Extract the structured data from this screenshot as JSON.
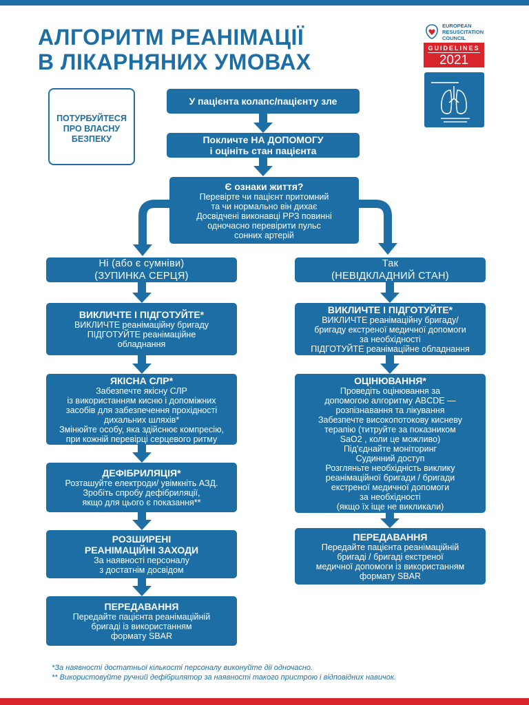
{
  "title": {
    "line1": "АЛГОРИТМ РЕАНІМАЦІЇ",
    "line2": "В ЛІКАРНЯНИХ УМОВАХ"
  },
  "erc_logo": {
    "line1": "EUROPEAN",
    "line2": "RESUSCITATION",
    "line3": "COUNCIL",
    "guidelines": "GUIDELINES",
    "year": "2021"
  },
  "safety": {
    "line1": "ПОТУРБУЙТЕСЯ",
    "line2": "ПРО ВЛАСНУ",
    "line3": "БЕЗПЕКУ"
  },
  "steps": {
    "collapse": "У пацієнта колапс/пацієнту зле",
    "call_help": {
      "line1": "Покличте НА ДОПОМОГУ",
      "line2": "і оцініть стан пацієнта"
    },
    "signs_of_life": {
      "head": "Є ознаки життя?",
      "lines": [
        "Перевірте чи пацієнт притомний",
        "та чи нормально він дихає",
        "Досвідчені виконавці РРЗ повинні",
        "одночасно перевірити пульс",
        "сонних артерій"
      ]
    }
  },
  "left_branch": {
    "label": {
      "line1": "Ні (або є сумніви)",
      "line2": "(ЗУПИНКА СЕРЦЯ)"
    },
    "call_prepare": {
      "head": "ВИКЛИЧТЕ І ПІДГОТУЙТЕ*",
      "lines": [
        "ВИКЛИЧТЕ реанімаційну бригаду",
        "ПІДГОТУЙТЕ реанімаційне",
        "обладнання"
      ]
    },
    "cpr": {
      "head": "ЯКІСНА СЛР*",
      "lines": [
        "Забезпечте якісну СЛР",
        "із використанням кисню і допоміжних",
        "засобів для забезпечення прохідності",
        "дихальних шляхів*",
        "Змінюйте особу, яка здійснює компресію,",
        "при кожній перевірці серцевого ритму"
      ]
    },
    "defib": {
      "head": "ДЕФІБРИЛЯЦІЯ*",
      "lines": [
        "Розташуйте електроди/ увімкніть АЗД.",
        "Зробіть спробу дефібриляції,",
        "якщо для цього є показання**"
      ]
    },
    "advanced": {
      "head1": "РОЗШИРЕНІ",
      "head2": "РЕАНІМАЦІЙНІ ЗАХОДИ",
      "lines": [
        "За наявності персоналу",
        "з достатнім досвідом"
      ]
    },
    "handover": {
      "head": "ПЕРЕДАВАННЯ",
      "lines": [
        "Передайте пацієнта реанімаційній",
        "бригаді із використанням",
        "формату SBAR"
      ]
    }
  },
  "right_branch": {
    "label": {
      "line1": "Так",
      "line2": "(НЕВІДКЛАДНИЙ СТАН)"
    },
    "call_prepare": {
      "head": "ВИКЛИЧТЕ І ПІДГОТУЙТЕ*",
      "lines": [
        "ВИКЛИЧТЕ реанімаційну бригаду/",
        "бригаду екстреної медичної допомоги",
        "за необхідності",
        "ПІДГОТУЙТЕ реанімаційне обладнання"
      ]
    },
    "assessment": {
      "head": "ОЦІНЮВАННЯ*",
      "lines": [
        "Проведіть оцінювання за",
        "допомогою алгоритму ABCDE —",
        "розпізнавання та лікування",
        "Забезпечте високопотокову кисневу",
        "терапію (титруйте за показником",
        "SaO2 , коли це можливо)",
        "Під'єднайте моніторинг",
        "Судинний доступ",
        "Розгляньте необхідність виклику",
        "реанімаційної бригади / бригади",
        "екстреної медичної допомоги",
        "за необхідності",
        "(якщо їх іще не викликали)"
      ]
    },
    "handover": {
      "head": "ПЕРЕДАВАННЯ",
      "lines": [
        "Передайте пацієнта реанімаційній",
        "бригаді / бригаді екстреної",
        "медичної допомоги із використанням",
        "формату SBAR"
      ]
    }
  },
  "footnotes": {
    "note1": "*За наявності достатньої кількості персоналу виконуйте дії одночасно.",
    "note2": "** Використовуйте ручний дефібрилятор за наявності такого пристрою і відповідних навичок."
  },
  "colors": {
    "primary": "#1c6ea4",
    "accent": "#d8242c"
  }
}
